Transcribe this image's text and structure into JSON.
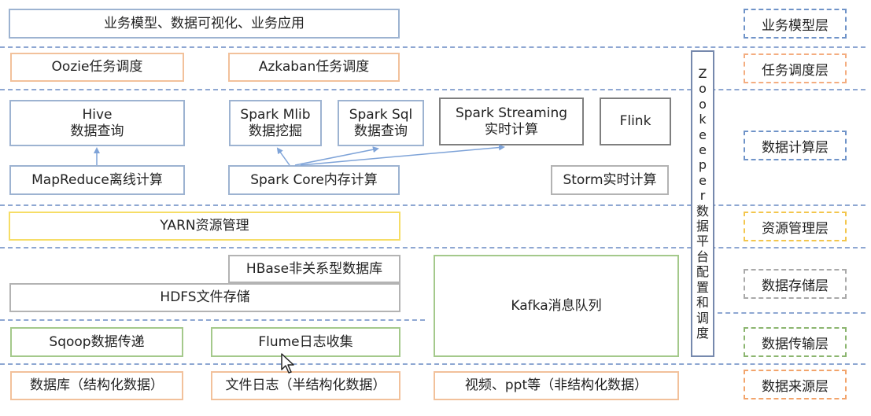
{
  "rows": {
    "business": "业务模型、数据可视化、业务应用",
    "oozie": "Oozie任务调度",
    "azkaban": "Azkaban任务调度",
    "hive": [
      "Hive",
      "数据查询"
    ],
    "spark_mlib": [
      "Spark Mlib",
      "数据挖掘"
    ],
    "spark_sql": [
      "Spark Sql",
      "数据查询"
    ],
    "spark_streaming": [
      "Spark Streaming",
      "实时计算"
    ],
    "flink": "Flink",
    "mapreduce": "MapReduce离线计算",
    "spark_core": "Spark Core内存计算",
    "storm": "Storm实时计算",
    "yarn": "YARN资源管理",
    "hbase": "HBase非关系型数据库",
    "hdfs": "HDFS文件存储",
    "kafka": "Kafka消息队列",
    "sqoop": "Sqoop数据传递",
    "flume": "Flume日志收集",
    "database": "数据库（结构化数据）",
    "file_log": "文件日志（半结构化数据）",
    "video": "视频、ppt等（非结构化数据）"
  },
  "zookeeper": [
    "Z",
    "o",
    "o",
    "k",
    "e",
    "e",
    "p",
    "e",
    "r",
    "数",
    "据",
    "平",
    "台",
    "配",
    "置",
    "和",
    "调",
    "度"
  ],
  "layers": {
    "business": "业务模型层",
    "schedule": "任务调度层",
    "compute": "数据计算层",
    "resource": "资源管理层",
    "storage": "数据存储层",
    "transfer": "数据传输层",
    "source": "数据来源层"
  },
  "colors": {
    "divider": "#8ea7d2",
    "arrow": "#7ea3d8"
  }
}
